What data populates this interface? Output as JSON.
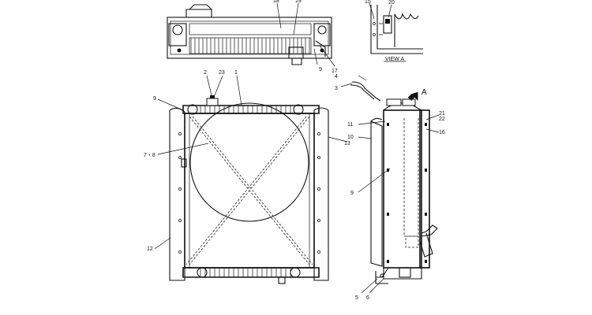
{
  "callouts": {
    "c1": "1",
    "c2": "2",
    "c23": "23",
    "c9a": "9",
    "c78": "7・8",
    "c12": "12",
    "c13": "13",
    "c11": "11",
    "c10": "10",
    "c9b": "9",
    "c16": "16",
    "c21": "21",
    "c22": "22",
    "c3": "3",
    "c4": "4",
    "c5": "5",
    "c6": "6",
    "c17": "17",
    "c9c": "9",
    "c15": "15",
    "c20": "20",
    "c18": "18",
    "c19": "19"
  },
  "view": {
    "arrow_letter": "A",
    "view_label": "VIEW A"
  }
}
